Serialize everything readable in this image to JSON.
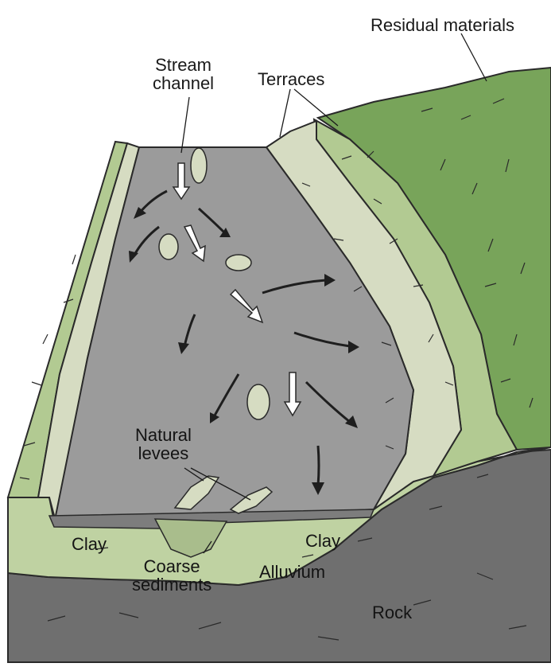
{
  "labels": {
    "residual": "Residual materials",
    "stream_line1": "Stream",
    "stream_line2": "channel",
    "terraces": "Terraces",
    "levees_line1": "Natural",
    "levees_line2": "levees",
    "clay_left": "Clay",
    "clay_right": "Clay",
    "coarse_line1": "Coarse",
    "coarse_line2": "sediments",
    "alluvium": "Alluvium",
    "rock": "Rock"
  },
  "colors": {
    "rock": "#6f6f6f",
    "alluvium": "#bfd2a2",
    "floodplain": "#9b9b9b",
    "terrace_light": "#d6dcc2",
    "terrace_green": "#b2ca92",
    "residual_green": "#78a45a",
    "outline": "#2a2a2a",
    "arrow_dark": "#1e1e1e",
    "arrow_white": "#ffffff"
  }
}
